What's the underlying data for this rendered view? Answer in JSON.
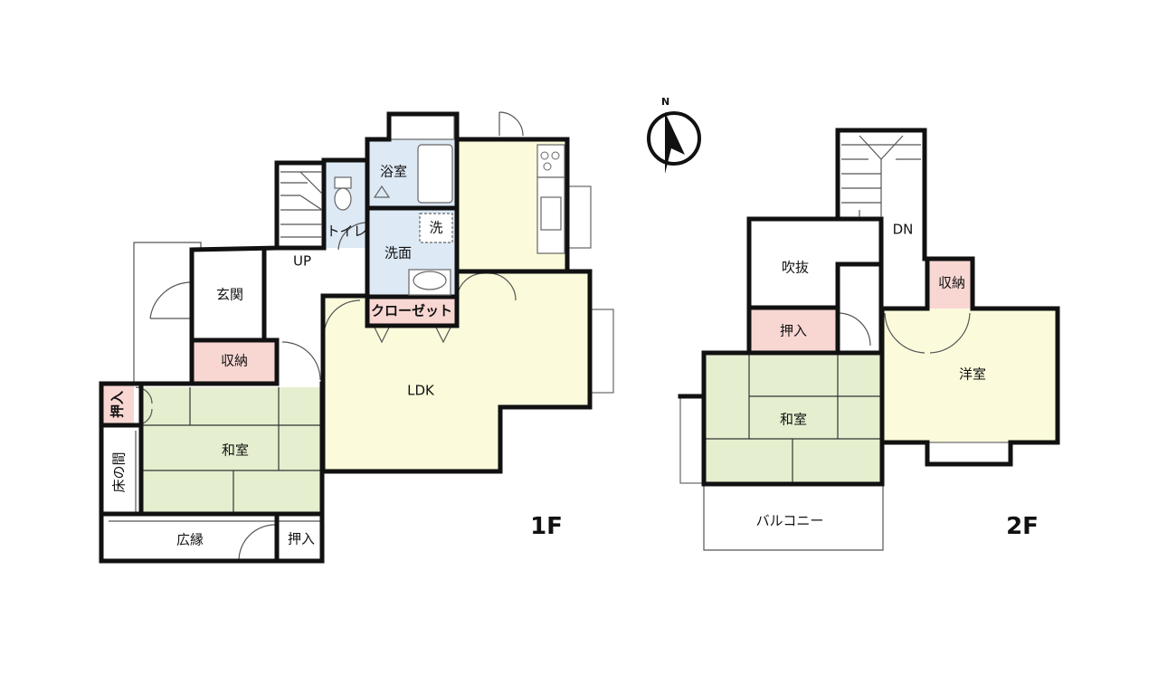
{
  "labels": {
    "bath": "浴室",
    "toilet": "トイレ",
    "washroom": "洗面",
    "washer": "洗",
    "entrance": "玄関",
    "up": "UP",
    "closet": "クローゼット",
    "storage1f": "収納",
    "oshiire_small": "押入",
    "tokonoma": "床の間",
    "washitsu1f": "和室",
    "hiroen": "広縁",
    "oshiire1f_bottom": "押入",
    "ldk": "LDK",
    "fukinuke": "吹抜",
    "dn": "DN",
    "oshiire2f": "押入",
    "storage2f": "収納",
    "youshitsu": "洋室",
    "washitsu2f": "和室",
    "balcony": "バルコニー",
    "floor1": "1F",
    "floor2": "2F",
    "north": "N"
  },
  "colors": {
    "wet_area": "#dde9f5",
    "kitchen_ldk": "#fbfbdc",
    "tatami": "#e5efcf",
    "storage_pink": "#f8d7d3",
    "western": "#fbfbdc"
  },
  "icons": [
    "north-compass-icon",
    "toilet-icon",
    "bathtub-icon",
    "washbasin-icon",
    "stove-icon",
    "sink-icon",
    "stairs-icon",
    "door-swing-icon"
  ]
}
